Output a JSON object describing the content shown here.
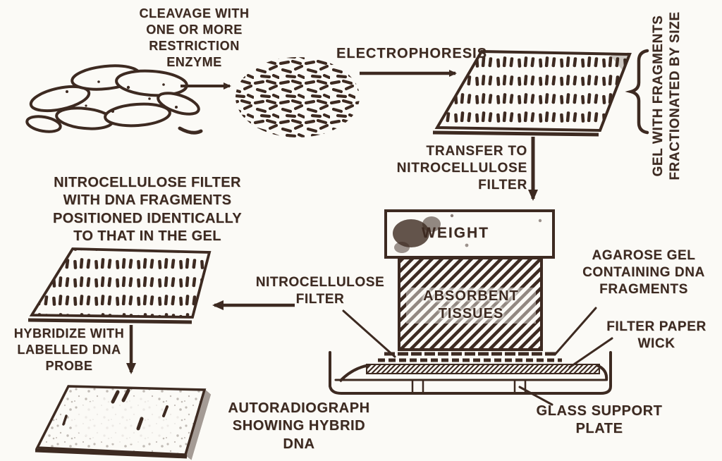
{
  "colors": {
    "ink": "#3d2a21",
    "paper": "#fbfaf6"
  },
  "labels": {
    "cleavage": "CLEAVAGE WITH\nONE OR MORE\nRESTRICTION\nENZYME",
    "electrophoresis": "ELECTROPHORESIS",
    "gel_side": "GEL WITH FRAGMENTS\nFRACTIONATED BY SIZE",
    "transfer": "TRANSFER TO\nNITROCELLULOSE\nFILTER",
    "weight": "WEIGHT",
    "absorbent": "ABSORBENT\nTISSUES",
    "nitrocellulose_filter": "NITROCELLULOSE\nFILTER",
    "agarose": "AGAROSE GEL\nCONTAINING DNA\nFRAGMENTS",
    "wick": "FILTER PAPER\nWICK",
    "glass": "GLASS SUPPORT\nPLATE",
    "nc_filter_left": "NITROCELLULOSE FILTER\nWITH DNA FRAGMENTS\nPOSITIONED IDENTICALLY\nTO THAT IN THE GEL",
    "hybridize": "HYBRIDIZE WITH\nLABELLED DNA\nPROBE",
    "autoradiograph": "AUTORADIOGRAPH\nSHOWING HYBRID\nDNA"
  }
}
